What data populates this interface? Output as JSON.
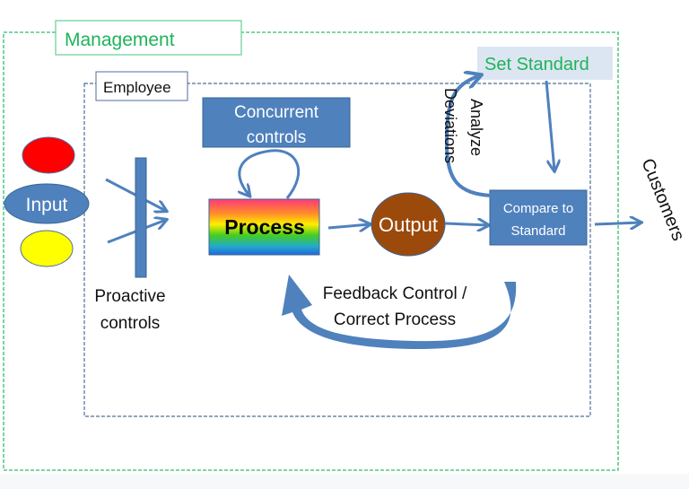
{
  "labels": {
    "management": "Management",
    "employee": "Employee",
    "set_standard": "Set Standard",
    "concurrent_line1": "Concurrent",
    "concurrent_line2": "controls",
    "process": "Process",
    "output": "Output",
    "compare_line1": "Compare to",
    "compare_line2": "Standard",
    "input": "Input",
    "proactive_line1": "Proactive",
    "proactive_line2": "controls",
    "feedback_line1": "Feedback Control /",
    "feedback_line2": "Correct Process",
    "analyze_line1": "Analyze",
    "analyze_line2": "Deviations",
    "customers": "Customers"
  },
  "colors": {
    "management_border": "#2fbf6a",
    "management_text": "#1fb35a",
    "employee_border": "#4f6d9c",
    "shape_blue": "#4f81bd",
    "set_standard_fill": "#dce6f2",
    "red_light": "#ff0000",
    "yellow_light": "#ffff00",
    "output_fill": "#9c4a0c"
  }
}
